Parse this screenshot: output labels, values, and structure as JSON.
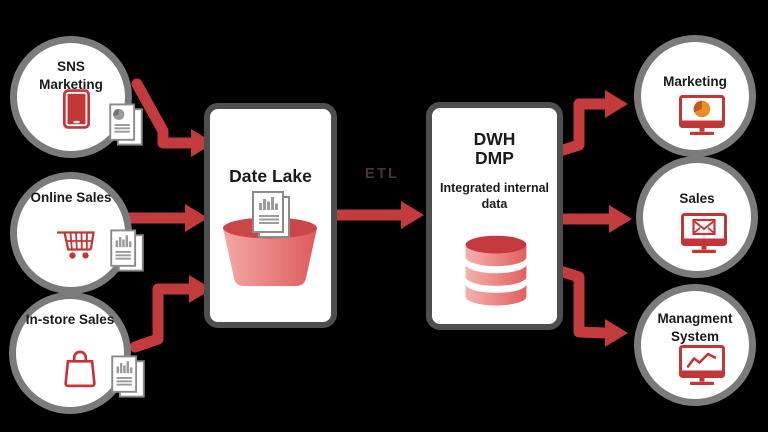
{
  "diagram": {
    "title": "Data lake / DWH data flow diagram",
    "colors": {
      "background": "#000000",
      "arrow": "#C43B3E",
      "circleBorder": "#7B7B7B",
      "boxBorder": "#4E4E4E",
      "text": "#1A1A1A",
      "iconRed": "#C23638",
      "bucketRim": "#CC4648",
      "bucketLight": "#F3A9A6",
      "bucketDark": "#DE5B5B",
      "dbTop": "#C43A3F",
      "dbLight": "#F4B1AD",
      "dbDark": "#E3605E",
      "pieOrange": "#E88F2B",
      "pieOrangeDark": "#C2581F",
      "docBorder": "#8B8B8B",
      "docChart": "#9B9B9B"
    },
    "sources": [
      {
        "lines": [
          "SNS",
          "Marketing"
        ],
        "icon": "smartphone-icon",
        "doc": "document-pie-chart-icon"
      },
      {
        "lines": [
          "Online Sales"
        ],
        "icon": "shopping-cart-icon",
        "doc": "document-bar-chart-icon"
      },
      {
        "lines": [
          "In-store Sales"
        ],
        "icon": "shopping-bag-icon",
        "doc": "document-bar-chart-icon"
      }
    ],
    "lake": {
      "title": "Date Lake",
      "icon": "bucket-with-documents-icon"
    },
    "etl_label": "ETL",
    "dwh": {
      "title_lines": [
        "DWH",
        "DMP"
      ],
      "subtitle_lines": [
        "Integrated internal",
        "data"
      ],
      "icon": "database-icon"
    },
    "outputs": [
      {
        "lines": [
          "Marketing"
        ],
        "icon": "monitor-pie-chart-icon"
      },
      {
        "lines": [
          "Sales"
        ],
        "icon": "monitor-mail-icon"
      },
      {
        "lines": [
          "Managment",
          "System"
        ],
        "icon": "monitor-line-chart-icon"
      }
    ]
  }
}
